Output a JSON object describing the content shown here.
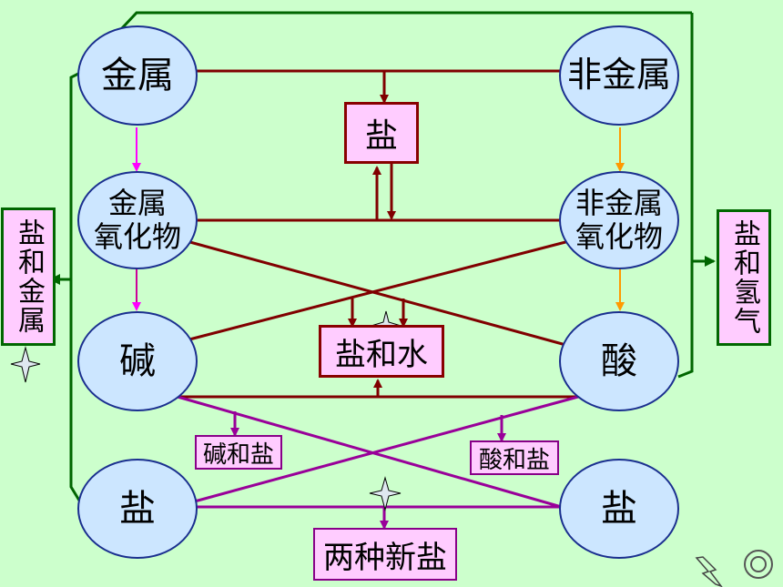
{
  "nodes": {
    "metal": "金属",
    "nonmetal": "非金属",
    "metal_oxide": "金属\n氧化物",
    "nonmetal_oxide": "非金属\n氧化物",
    "base": "碱",
    "acid": "酸",
    "salt_left": "盐",
    "salt_right": "盐"
  },
  "boxes": {
    "salt_top": "盐",
    "salt_water": "盐和水",
    "base_salt": "碱和盐",
    "acid_salt": "酸和盐",
    "two_salts": "两种新盐",
    "salt_metal": "盐和金属",
    "salt_hydrogen": "盐和氢气"
  },
  "colors": {
    "background": "#ccffcc",
    "ellipse_fill": "#cce6ff",
    "ellipse_border": "#1a2f8f",
    "dark_red_line": "#800000",
    "purple_line": "#990099",
    "green_line": "#006600",
    "orange_arrow": "#ff9900",
    "magenta_arrow": "#ff00ff"
  }
}
